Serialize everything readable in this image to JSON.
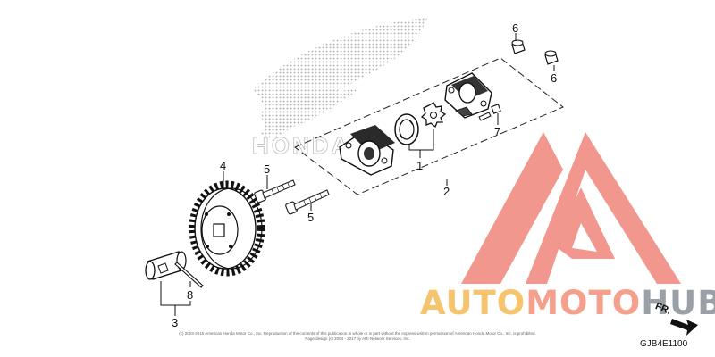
{
  "diagram": {
    "callouts": [
      {
        "id": "1",
        "text": "1"
      },
      {
        "id": "2",
        "text": "2"
      },
      {
        "id": "3",
        "text": "3"
      },
      {
        "id": "4",
        "text": "4"
      },
      {
        "id": "5a",
        "text": "5"
      },
      {
        "id": "5b",
        "text": "5"
      },
      {
        "id": "6a",
        "text": "6"
      },
      {
        "id": "6b",
        "text": "6"
      },
      {
        "id": "7",
        "text": "7"
      },
      {
        "id": "8",
        "text": "8"
      }
    ],
    "background_logo_text": "HONDA",
    "direction_label": "FR.",
    "diagram_code": "GJB4E1100",
    "copyright_line1": "(c) 2003-2015 American Honda Motor Co., Inc. Reproduction of the contents of this publication in whole or in part without the express written permission of American Honda Motor Co., Inc. is prohibited.",
    "copyright_line2": "Page design (c) 2004 - 2017 by ARI Network Services, Inc."
  },
  "watermark": {
    "part1": "AUTO",
    "part2": "MOTO",
    "part3": "HUB",
    "color_part1": "#f6c46e",
    "color_part2": "#f4a08c",
    "color_part3": "#9aa0a6",
    "logo_color": "#f0857a"
  }
}
